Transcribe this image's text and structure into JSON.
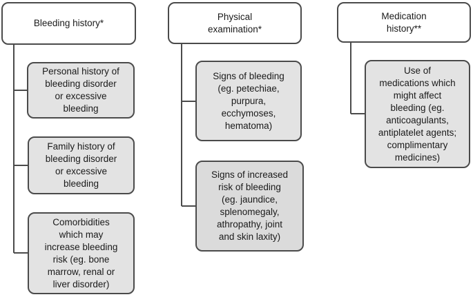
{
  "colors": {
    "background": "#ffffff",
    "border": "#4a4a4a",
    "header_fill": "#ffffff",
    "child_fill": "#e3e3e3",
    "child_fill_dark": "#dbdbdb",
    "text": "#1a1a1a"
  },
  "columns": [
    {
      "id": "bleeding-history",
      "header": "Bleeding history*",
      "children": [
        {
          "text": "Personal history of\nbleeding disorder\nor excessive\nbleeding"
        },
        {
          "text": "Family history of\nbleeding disorder\nor excessive\nbleeding"
        },
        {
          "text": "Comorbidities\nwhich may\nincrease bleeding\nrisk (eg. bone\nmarrow, renal or\nliver disorder)"
        }
      ]
    },
    {
      "id": "physical-examination",
      "header": "Physical\nexamination*",
      "children": [
        {
          "text": "Signs of bleeding\n(eg. petechiae,\npurpura,\necchymoses,\nhematoma)"
        },
        {
          "text": "Signs of increased\nrisk of bleeding\n(eg. jaundice,\nsplenomegaly,\nathropathy, joint\nand skin laxity)"
        }
      ]
    },
    {
      "id": "medication-history",
      "header": "Medication\nhistory**",
      "children": [
        {
          "text": "Use of\nmedications which\nmight affect\nbleeding (eg.\nanticoagulants,\nantiplatelet agents;\ncomplimentary\nmedicines)"
        }
      ]
    }
  ]
}
